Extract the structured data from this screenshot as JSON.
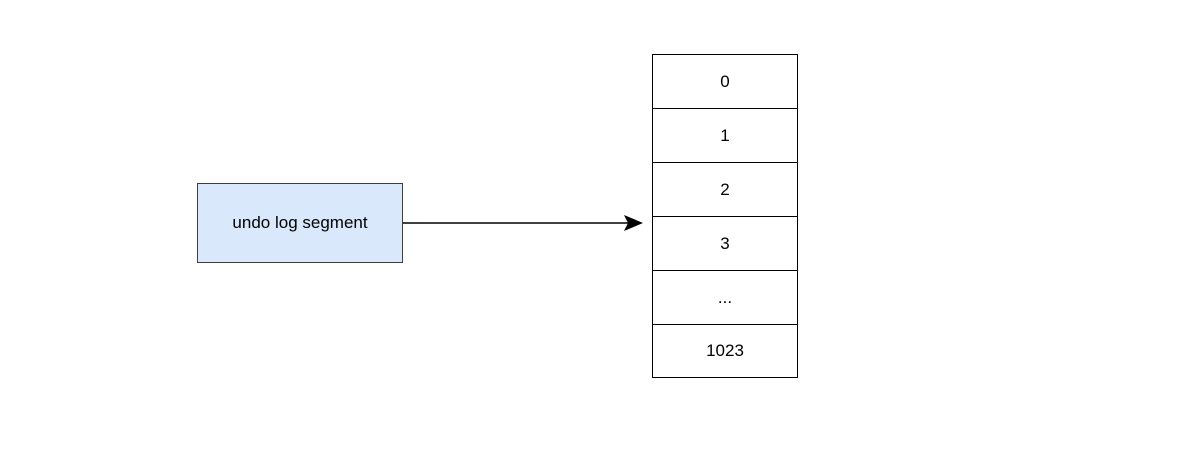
{
  "diagram": {
    "source_label": "undo log segment",
    "source_fill": "#dae8fc",
    "slots": [
      "0",
      "1",
      "2",
      "3",
      "...",
      "1023"
    ]
  }
}
